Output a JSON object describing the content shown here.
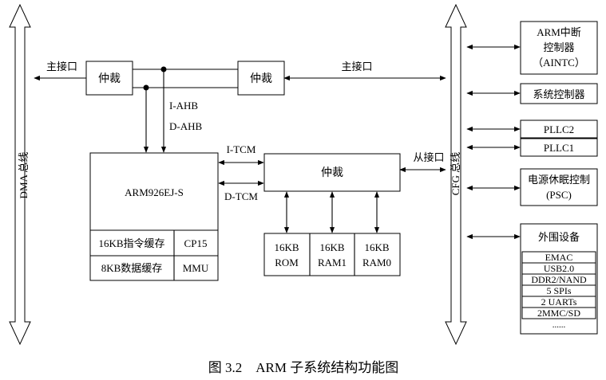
{
  "buses": {
    "dma": "DMA 总线",
    "cfg": "CFG 总线"
  },
  "labels": {
    "master_port_left": "主接口",
    "master_port_right": "主接口",
    "slave_port": "从接口",
    "i_ahb": "I-AHB",
    "d_ahb": "D-AHB",
    "i_tcm": "I-TCM",
    "d_tcm": "D-TCM"
  },
  "arbiters": {
    "left": "仲裁",
    "mid": "仲裁",
    "tcm": "仲裁"
  },
  "cpu": {
    "name": "ARM926EJ-S",
    "icache": "16KB指令缓存",
    "cp15": "CP15",
    "dcache": "8KB数据缓存",
    "mmu": "MMU"
  },
  "memories": [
    {
      "line1": "16KB",
      "line2": "ROM"
    },
    {
      "line1": "16KB",
      "line2": "RAM1"
    },
    {
      "line1": "16KB",
      "line2": "RAM0"
    }
  ],
  "peripherals_right": {
    "aintc_line1": "ARM中断",
    "aintc_line2": "控制器",
    "aintc_line3": "（AINTC）",
    "sysctrl": "系统控制器",
    "pllc2": "PLLC2",
    "pllc1": "PLLC1",
    "psc_line1": "电源休眠控制",
    "psc_line2": "(PSC)",
    "periph_title": "外围设备",
    "periph_items": [
      "EMAC",
      "USB2.0",
      "DDR2/NAND",
      "5 SPIs",
      "2 UARTs",
      "2MMC/SD",
      "......"
    ]
  },
  "caption": "图 3.2    ARM 子系统结构功能图"
}
